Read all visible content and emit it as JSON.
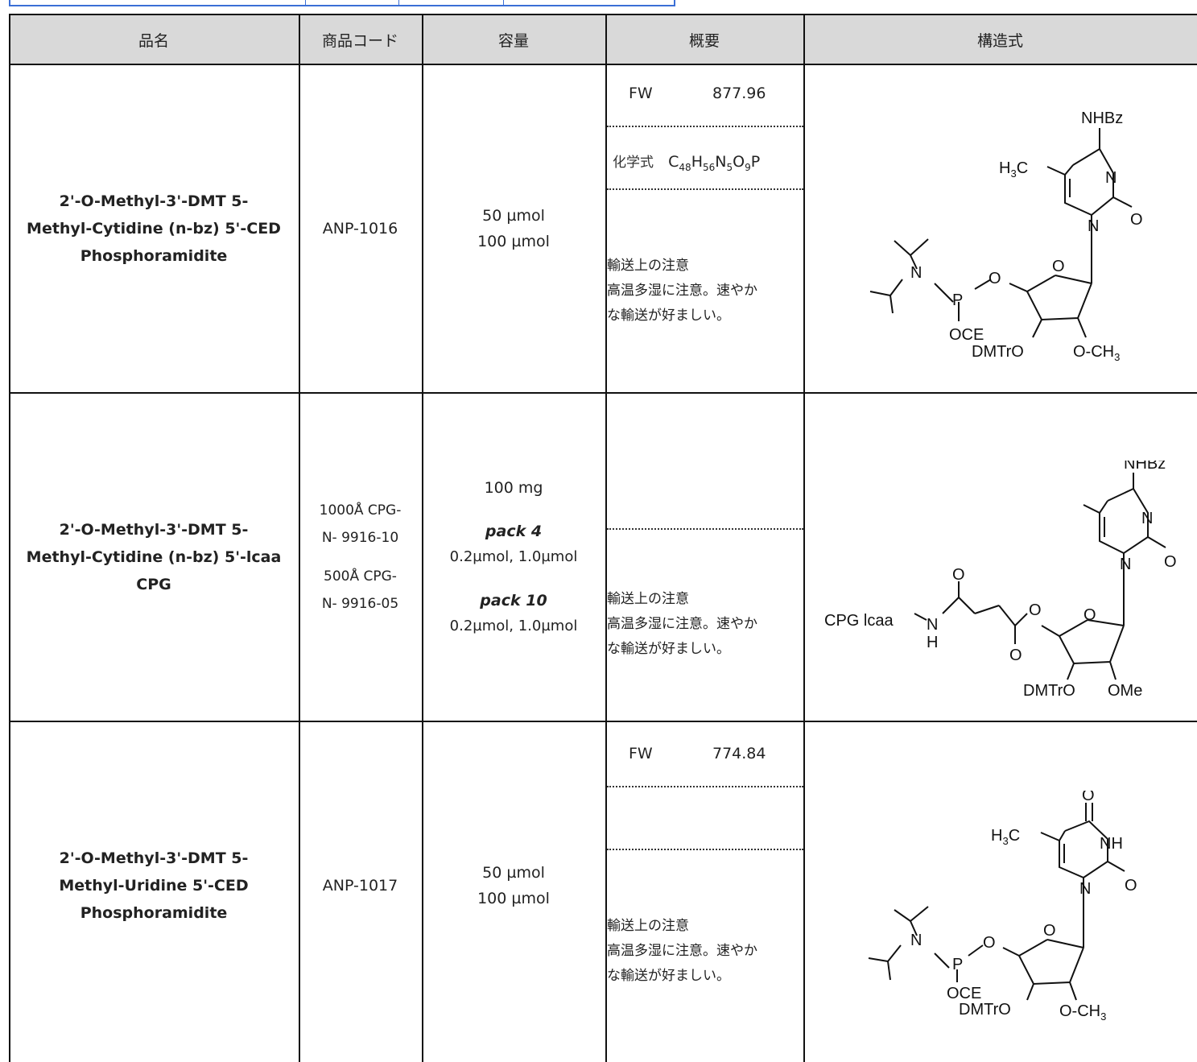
{
  "headers": {
    "name": "品名",
    "code": "商品コード",
    "capacity": "容量",
    "summary": "概要",
    "structure": "構造式"
  },
  "rows": [
    {
      "name": [
        "2'-O-Methyl-3'-DMT 5-",
        "Methyl-Cytidine (n-bz) 5'-CED",
        "Phosphoramidite"
      ],
      "code": "ANP-1016",
      "capacity": [
        "50 µmol",
        "100 µmol"
      ],
      "fw_label": "FW",
      "fw_value": "877.96",
      "formula_label": "化学式",
      "note_title": "輸送上の注意",
      "note_lines": [
        "高温多湿に注意。速やか",
        "な輸送が好ましい。"
      ]
    },
    {
      "name": [
        "2'-O-Methyl-3'-DMT 5-",
        "Methyl-Cytidine (n-bz) 5'-lcaa",
        "CPG"
      ],
      "codes": [
        "1000Å CPG-",
        "N- 9916-10",
        "500Å CPG-",
        "N- 9916-05"
      ],
      "capacity_top": "100 mg",
      "pack1": "pack 4",
      "pack1_sizes": "0.2µmol, 1.0µmol",
      "pack2": "pack 10",
      "pack2_sizes": "0.2µmol, 1.0µmol",
      "note_title": "輸送上の注意",
      "note_lines": [
        "高温多湿に注意。速やか",
        "な輸送が好ましい。"
      ]
    },
    {
      "name": [
        "2'-O-Methyl-3'-DMT 5-",
        "Methyl-Uridine 5'-CED",
        "Phosphoramidite"
      ],
      "code": "ANP-1017",
      "capacity": [
        "50 µmol",
        "100 µmol"
      ],
      "fw_label": "FW",
      "fw_value": "774.84",
      "note_title": "輸送上の注意",
      "note_lines": [
        "高温多湿に注意。速やか",
        "な輸送が好ましい。"
      ]
    }
  ],
  "struct_labels": {
    "nhbz": "NHBz",
    "n": "N",
    "o": "O",
    "p": "P",
    "h": "H",
    "h3c": "H3C",
    "oce": "OCE",
    "dmtro": "DMTrO",
    "och3": "O-CH3",
    "ome": "OMe",
    "nh": "NH",
    "cpg": "CPG lcaa"
  }
}
